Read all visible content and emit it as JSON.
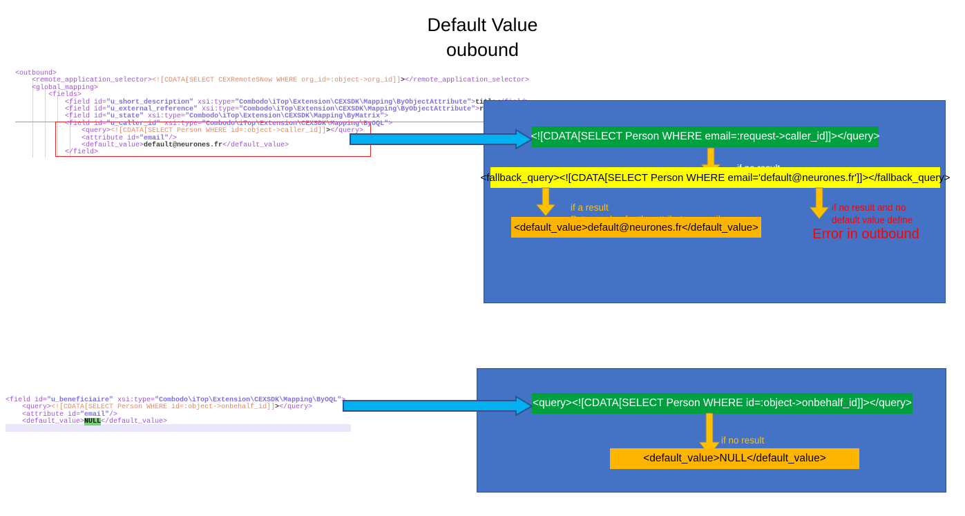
{
  "title": {
    "line1": "Default Value",
    "line2": "oubound"
  },
  "code_top": {
    "lines": [
      "<outbound>",
      "    <remote_application_selector><![CDATA[SELECT CEXRemoteSNow WHERE org_id=:object->org_id]]></remote_application_selector>",
      "    <global_mapping>",
      "        <fields>",
      "            <field id=\"u_short_description\" xsi:type=\"Combodo\\iTop\\Extension\\CEXSDK\\Mapping\\ByObjectAttribute\">title</field>",
      "            <field id=\"u_external_reference\" xsi:type=\"Combodo\\iTop\\Extension\\CEXSDK\\Mapping\\ByObjectAttribute\">ref</field>",
      "            <field id=\"u_state\" xsi:type=\"Combodo\\iTop\\Extension\\CEXSDK\\Mapping\\ByMatrix\">",
      "            <field id=\"u_caller_id\" xsi:type=\"Combodo\\iTop\\Extension\\CEXSDK\\Mapping\\ByOQL\">",
      "                <query><![CDATA[SELECT Person WHERE id=:object->caller_id]]></query>",
      "                <attribute id=\"email\"/>",
      "                <default_value>default@neurones.fr</default_value>",
      "            </field>"
    ]
  },
  "code_bottom": {
    "lines": [
      "<field id=\"u_beneficiaire\" xsi:type=\"Combodo\\iTop\\Extension\\CEXSDK\\Mapping\\ByOQL\">",
      "    <query><![CDATA[SELECT Person WHERE id=:object->onbehalf_id]]></query>",
      "    <attribute id=\"email\"/>",
      "    <default_value>NULL</default_value>"
    ],
    "highlight_value": "NULL"
  },
  "flow_top": {
    "query_box": "<![CDATA[SELECT Person WHERE email=:request->caller_id]]></query>",
    "arrow1_label": "if no result",
    "fallback_box": "<fallback_query><![CDATA[SELECT Person WHERE email='default@neurones.fr']]></fallback_query>",
    "arrow_left_label_line1": "if a result",
    "arrow_left_label_line2": "But no value for the attribute « email »",
    "default_value_box": "<default_value>default@neurones.fr</default_value>",
    "arrow_right_label_line1": "if no result and no",
    "arrow_right_label_line2": "default value define",
    "error_text": "Error in outbound"
  },
  "flow_bottom": {
    "query_box": "<query><![CDATA[SELECT Person WHERE id=:object->onbehalf_id]]></query>",
    "arrow_label": "if no result",
    "default_value_box": "<default_value>NULL</default_value>"
  },
  "colors": {
    "panel_blue": "#4472c4",
    "panel_border": "#2f528f",
    "green_box": "#00a03f",
    "yellow_box": "#ffff00",
    "orange_box": "#ffb400",
    "arrow_cyan": "#00b0f0",
    "arrow_cyan_border": "#2f528f",
    "arrow_gold": "#ffc000",
    "error_red": "#ff0000",
    "code_red_border": "#ef2020"
  },
  "icons": {
    "right_arrow": "right-arrow-icon",
    "down_arrow": "down-arrow-icon"
  }
}
